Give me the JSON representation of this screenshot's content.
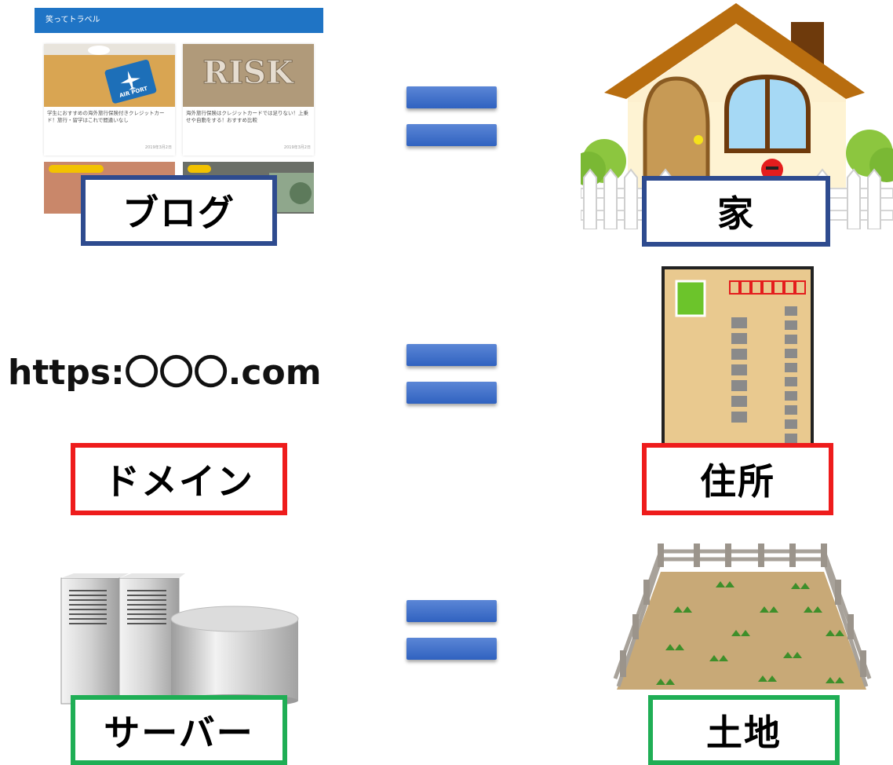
{
  "blog_header": "笑ってトラベル",
  "blog_card1": {
    "badge": "AIR PORT",
    "text": "学生におすすめの海外旅行保険付きクレジットカード！旅行・留学はこれで間違いなし",
    "date": "2019年3月2日"
  },
  "blog_card2": {
    "image_text": "RISK",
    "text": "海外旅行保険はクレジットカードでは足りない！上乗せや自動をする！おすすめ比較",
    "date": "2019年3月2日"
  },
  "url_text": "https:〇〇〇.com",
  "labels": {
    "blog": "ブログ",
    "house": "家",
    "domain": "ドメイン",
    "address": "住所",
    "server": "サーバー",
    "land": "土地"
  }
}
